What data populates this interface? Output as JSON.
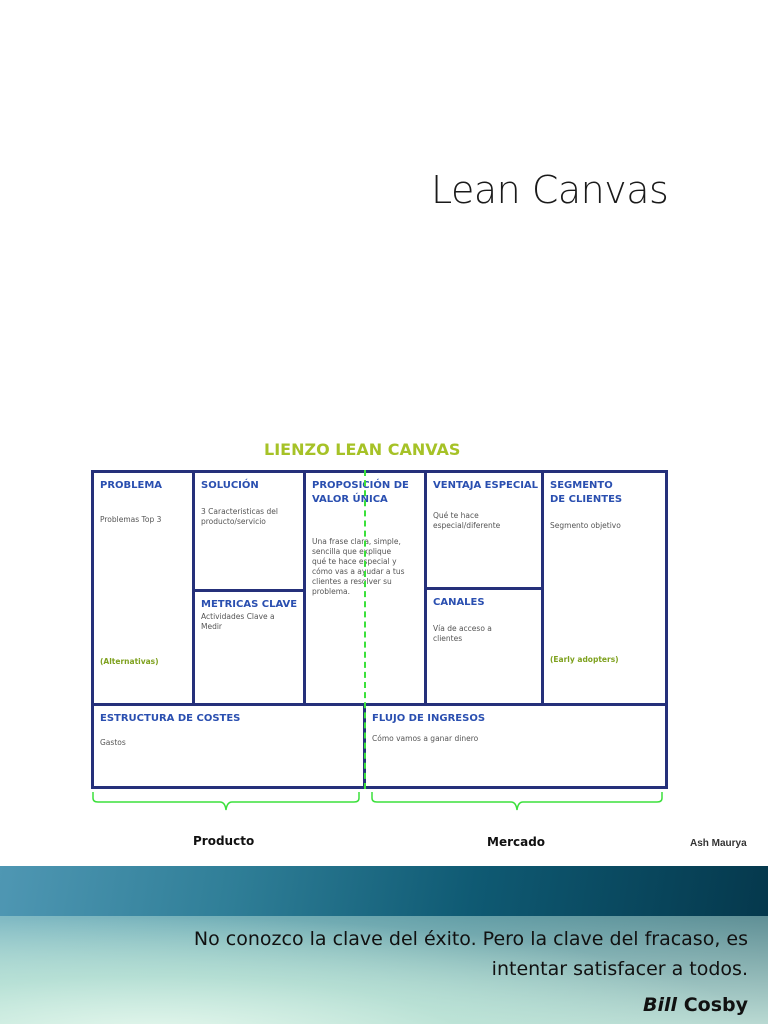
{
  "slide": {
    "title": "Lean Canvas"
  },
  "canvas": {
    "heading": "LIENZO LEAN CANVAS",
    "problema": {
      "title": "PROBLEMA",
      "text": "Problemas Top 3",
      "note": "(Alternativas)"
    },
    "solucion": {
      "title": "SOLUCIÓN",
      "text_line1": "3 Caracteristicas del",
      "text_line2": "producto/servicio"
    },
    "metricas": {
      "title": "METRICAS CLAVE",
      "text_line1": "Actividades Clave a",
      "text_line2": "Medir"
    },
    "propuesta": {
      "title_line1": "PROPOSICIÓN DE",
      "title_line2": "VALOR ÚNICA",
      "text_lines": [
        "Una frase clara, simple,",
        "sencilla que explique",
        "qué te hace especial y",
        "cómo vas a ayudar a tus",
        "clientes a resolver su",
        "problema."
      ]
    },
    "ventaja": {
      "title": "VENTAJA ESPECIAL",
      "text_line1": "Qué te hace",
      "text_line2": "especial/diferente"
    },
    "canales": {
      "title": "CANALES",
      "text_line1": "Vía de acceso a",
      "text_line2": "clientes"
    },
    "segmento": {
      "title_line1": "SEGMENTO",
      "title_line2": "DE CLIENTES",
      "text": "Segmento objetivo",
      "note": "(Early adopters)"
    },
    "costes": {
      "title": "ESTRUCTURA DE COSTES",
      "text": "Gastos"
    },
    "ingresos": {
      "title": "FLUJO DE INGRESOS",
      "text": "Cómo vamos a ganar dinero"
    },
    "labels": {
      "producto": "Producto",
      "mercado": "Mercado",
      "author": "Ash Maurya"
    },
    "colors": {
      "border": "#25307a",
      "title": "#2a4fb0",
      "heading": "#a6c227",
      "divider": "#3ce03c"
    }
  },
  "quote": {
    "line1": "No conozco la clave del éxito. Pero la clave del fracaso, es",
    "line2": "intentar satisfacer a todos.",
    "author_first": "Bill",
    "author_last": " Cosby"
  }
}
